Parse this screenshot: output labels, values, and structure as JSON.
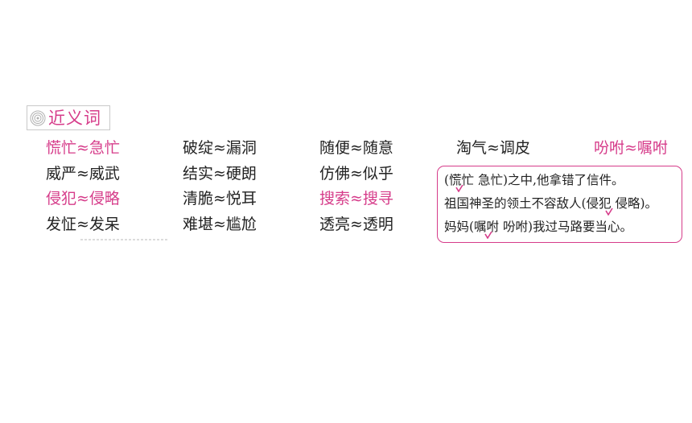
{
  "section": {
    "title": "近义词",
    "icon": "spiral-icon",
    "accent_color": "#d63c8a"
  },
  "columns": [
    {
      "items": [
        {
          "text": "慌忙≈急忙",
          "highlight": true
        },
        {
          "text": "威严≈威武",
          "highlight": false
        },
        {
          "text": "侵犯≈侵略",
          "highlight": true
        },
        {
          "text": "发怔≈发呆",
          "highlight": false
        }
      ]
    },
    {
      "items": [
        {
          "text": "破绽≈漏洞",
          "highlight": false
        },
        {
          "text": "结实≈硬朗",
          "highlight": false
        },
        {
          "text": "清脆≈悦耳",
          "highlight": false
        },
        {
          "text": "难堪≈尴尬",
          "highlight": false
        }
      ]
    },
    {
      "items": [
        {
          "text": "随便≈随意",
          "highlight": false
        },
        {
          "text": "仿佛≈似乎",
          "highlight": false
        },
        {
          "text": "搜索≈搜寻",
          "highlight": true
        },
        {
          "text": "透亮≈透明",
          "highlight": false
        }
      ]
    },
    {
      "items": [
        {
          "text": "淘气≈调皮",
          "highlight": false
        }
      ]
    },
    {
      "items": [
        {
          "text": "吩咐≈嘱咐",
          "highlight": true
        }
      ]
    }
  ],
  "examples": {
    "lines": [
      "(慌忙  急忙)之中,他拿错了信件。",
      "祖国神圣的领土不容敌人(侵犯  侵略)。",
      "妈妈(嘱咐  吩咐)我过马路要当心。"
    ],
    "mark_icon": "checkmark-icon",
    "mark_color": "#d63c8a"
  }
}
